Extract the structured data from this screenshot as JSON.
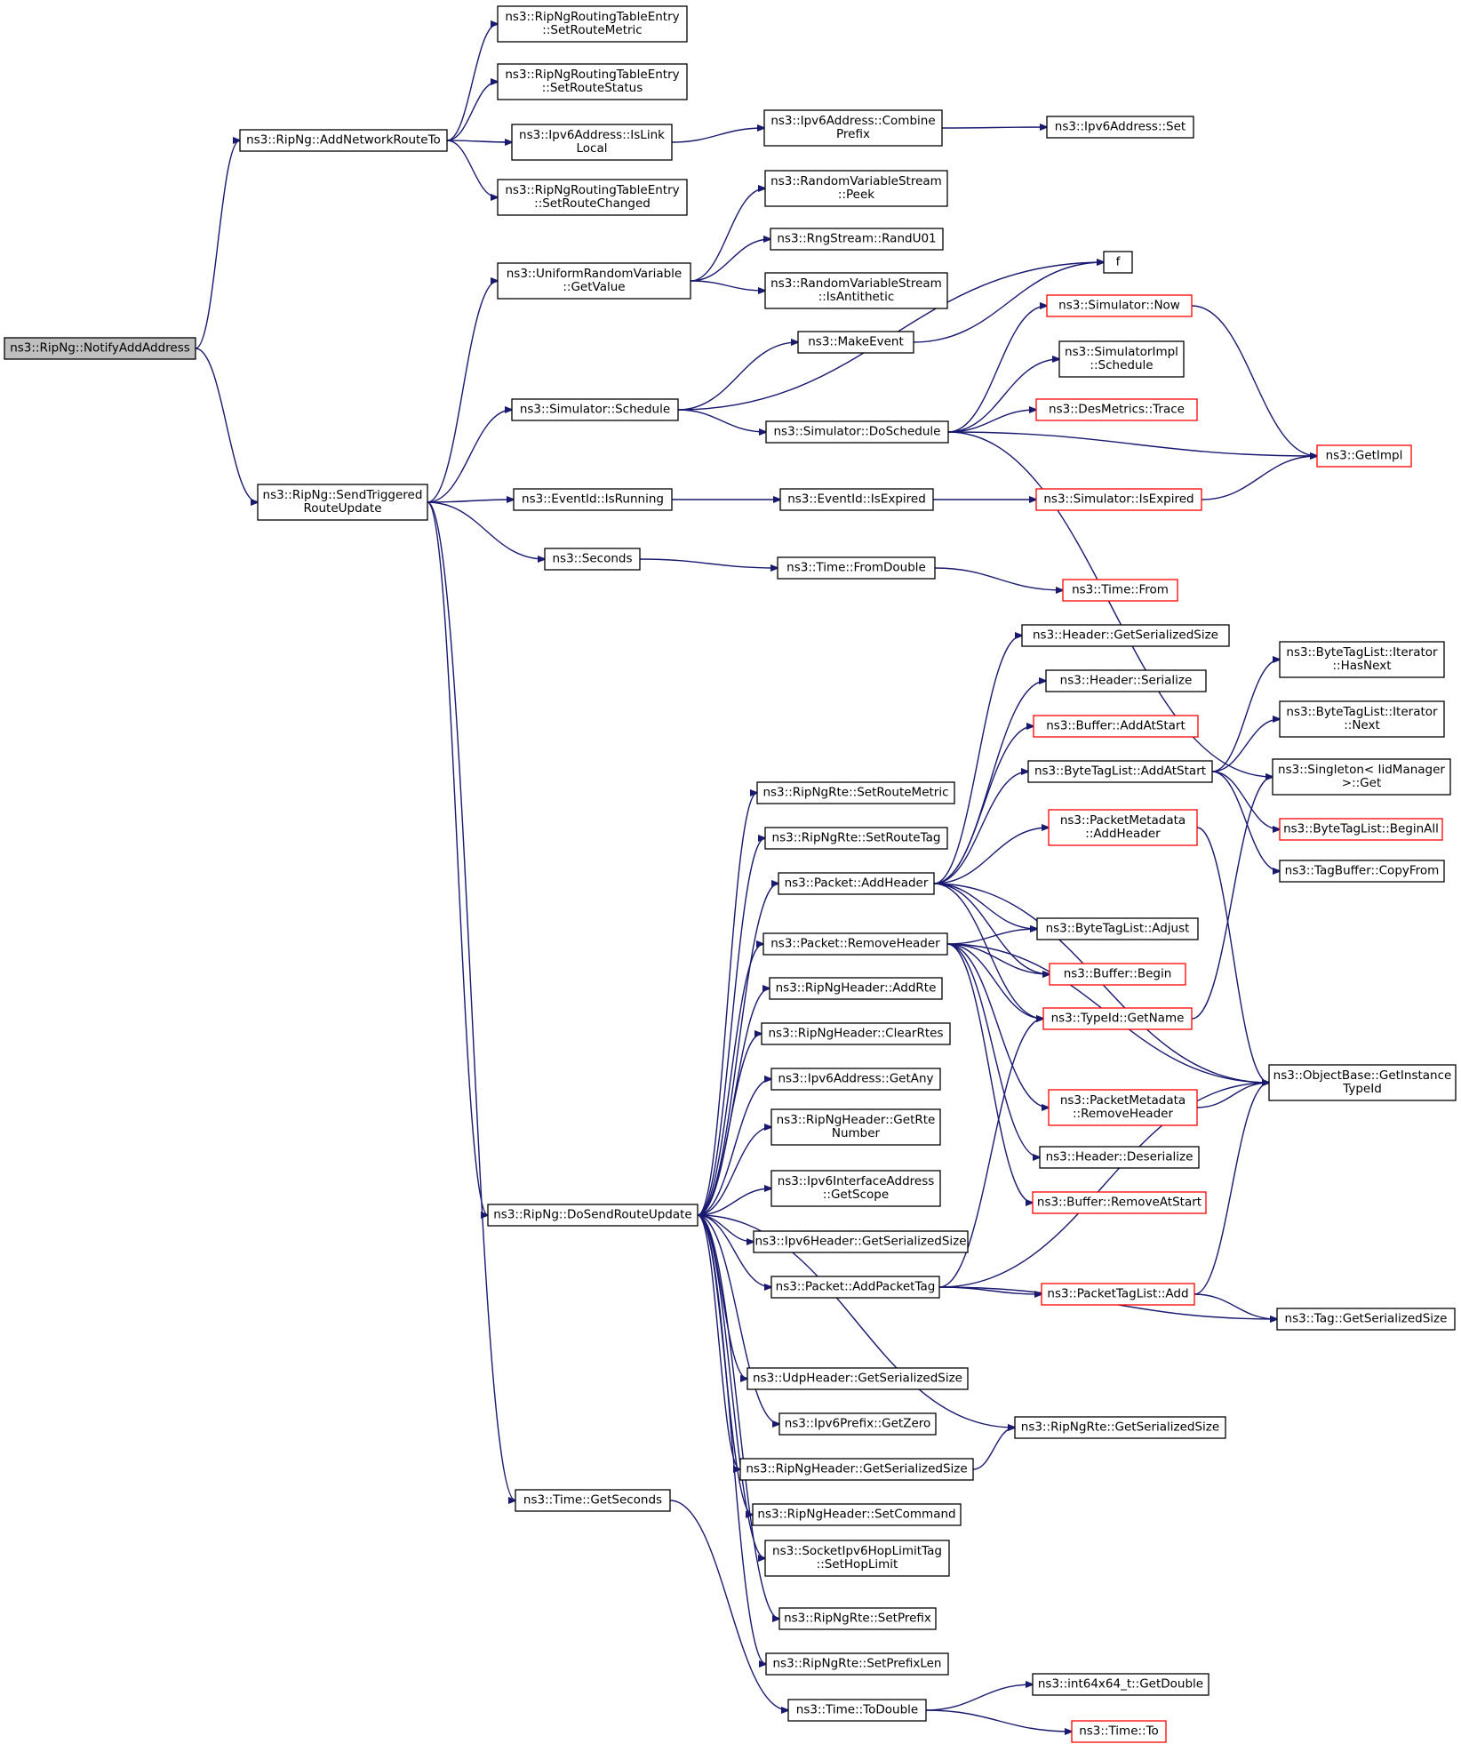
{
  "graph": {
    "nodes": [
      {
        "id": "n_notify",
        "lines": [
          "ns3::RipNg::NotifyAddAddress"
        ],
        "style": "root"
      },
      {
        "id": "n_addnet",
        "lines": [
          "ns3::RipNg::AddNetworkRouteTo"
        ],
        "style": "normal"
      },
      {
        "id": "n_setmetric",
        "lines": [
          "ns3::RipNgRoutingTableEntry",
          "::SetRouteMetric"
        ],
        "style": "normal"
      },
      {
        "id": "n_setstatus",
        "lines": [
          "ns3::RipNgRoutingTableEntry",
          "::SetRouteStatus"
        ],
        "style": "normal"
      },
      {
        "id": "n_islink",
        "lines": [
          "ns3::Ipv6Address::IsLink",
          "Local"
        ],
        "style": "normal"
      },
      {
        "id": "n_setchanged",
        "lines": [
          "ns3::RipNgRoutingTableEntry",
          "::SetRouteChanged"
        ],
        "style": "normal"
      },
      {
        "id": "n_combine",
        "lines": [
          "ns3::Ipv6Address::Combine",
          "Prefix"
        ],
        "style": "normal"
      },
      {
        "id": "n_ipv6set",
        "lines": [
          "ns3::Ipv6Address::Set"
        ],
        "style": "normal"
      },
      {
        "id": "n_sendtrig",
        "lines": [
          "ns3::RipNg::SendTriggered",
          "RouteUpdate"
        ],
        "style": "normal"
      },
      {
        "id": "n_unigetvalue",
        "lines": [
          "ns3::UniformRandomVariable",
          "::GetValue"
        ],
        "style": "normal"
      },
      {
        "id": "n_peek",
        "lines": [
          "ns3::RandomVariableStream",
          "::Peek"
        ],
        "style": "normal"
      },
      {
        "id": "n_randu01",
        "lines": [
          "ns3::RngStream::RandU01"
        ],
        "style": "normal"
      },
      {
        "id": "n_isanti",
        "lines": [
          "ns3::RandomVariableStream",
          "::IsAntithetic"
        ],
        "style": "normal"
      },
      {
        "id": "n_f",
        "lines": [
          "f"
        ],
        "style": "normal"
      },
      {
        "id": "n_makeevent",
        "lines": [
          "ns3::MakeEvent"
        ],
        "style": "normal"
      },
      {
        "id": "n_simnow",
        "lines": [
          "ns3::Simulator::Now"
        ],
        "style": "red"
      },
      {
        "id": "n_simimplsched",
        "lines": [
          "ns3::SimulatorImpl",
          "::Schedule"
        ],
        "style": "normal"
      },
      {
        "id": "n_simsched",
        "lines": [
          "ns3::Simulator::Schedule"
        ],
        "style": "normal"
      },
      {
        "id": "n_dosched",
        "lines": [
          "ns3::Simulator::DoSchedule"
        ],
        "style": "normal"
      },
      {
        "id": "n_desmetrics",
        "lines": [
          "ns3::DesMetrics::Trace"
        ],
        "style": "red"
      },
      {
        "id": "n_getimpl",
        "lines": [
          "ns3::GetImpl"
        ],
        "style": "red"
      },
      {
        "id": "n_isrunning",
        "lines": [
          "ns3::EventId::IsRunning"
        ],
        "style": "normal"
      },
      {
        "id": "n_isexpired",
        "lines": [
          "ns3::EventId::IsExpired"
        ],
        "style": "normal"
      },
      {
        "id": "n_simisexp",
        "lines": [
          "ns3::Simulator::IsExpired"
        ],
        "style": "red"
      },
      {
        "id": "n_seconds",
        "lines": [
          "ns3::Seconds"
        ],
        "style": "normal"
      },
      {
        "id": "n_fromdouble",
        "lines": [
          "ns3::Time::FromDouble"
        ],
        "style": "normal"
      },
      {
        "id": "n_timefrom",
        "lines": [
          "ns3::Time::From"
        ],
        "style": "red"
      },
      {
        "id": "n_hdrgetser",
        "lines": [
          "ns3::Header::GetSerializedSize"
        ],
        "style": "normal"
      },
      {
        "id": "n_hdrser",
        "lines": [
          "ns3::Header::Serialize"
        ],
        "style": "normal"
      },
      {
        "id": "n_bufaddstart",
        "lines": [
          "ns3::Buffer::AddAtStart"
        ],
        "style": "red"
      },
      {
        "id": "n_btlhasnext",
        "lines": [
          "ns3::ByteTagList::Iterator",
          "::HasNext"
        ],
        "style": "normal"
      },
      {
        "id": "n_btlnext",
        "lines": [
          "ns3::ByteTagList::Iterator",
          "::Next"
        ],
        "style": "normal"
      },
      {
        "id": "n_btladdstart",
        "lines": [
          "ns3::ByteTagList::AddAtStart"
        ],
        "style": "normal"
      },
      {
        "id": "n_singleton",
        "lines": [
          "ns3::Singleton< IidManager",
          ">::Get"
        ],
        "style": "normal"
      },
      {
        "id": "n_rtesetmetric",
        "lines": [
          "ns3::RipNgRte::SetRouteMetric"
        ],
        "style": "normal"
      },
      {
        "id": "n_pmaddheader",
        "lines": [
          "ns3::PacketMetadata",
          "::AddHeader"
        ],
        "style": "red"
      },
      {
        "id": "n_btlbeginall",
        "lines": [
          "ns3::ByteTagList::BeginAll"
        ],
        "style": "red"
      },
      {
        "id": "n_rtesettag",
        "lines": [
          "ns3::RipNgRte::SetRouteTag"
        ],
        "style": "normal"
      },
      {
        "id": "n_tbcopyfrom",
        "lines": [
          "ns3::TagBuffer::CopyFrom"
        ],
        "style": "normal"
      },
      {
        "id": "n_pktaddheader",
        "lines": [
          "ns3::Packet::AddHeader"
        ],
        "style": "normal"
      },
      {
        "id": "n_btladjust",
        "lines": [
          "ns3::ByteTagList::Adjust"
        ],
        "style": "normal"
      },
      {
        "id": "n_pktremheader",
        "lines": [
          "ns3::Packet::RemoveHeader"
        ],
        "style": "normal"
      },
      {
        "id": "n_bufbegin",
        "lines": [
          "ns3::Buffer::Begin"
        ],
        "style": "red"
      },
      {
        "id": "n_hdraddrte",
        "lines": [
          "ns3::RipNgHeader::AddRte"
        ],
        "style": "normal"
      },
      {
        "id": "n_typeidname",
        "lines": [
          "ns3::TypeId::GetName"
        ],
        "style": "red"
      },
      {
        "id": "n_hdrclearrtes",
        "lines": [
          "ns3::RipNgHeader::ClearRtes"
        ],
        "style": "normal"
      },
      {
        "id": "n_objgettid",
        "lines": [
          "ns3::ObjectBase::GetInstance",
          "TypeId"
        ],
        "style": "normal"
      },
      {
        "id": "n_ipv6any",
        "lines": [
          "ns3::Ipv6Address::GetAny"
        ],
        "style": "normal"
      },
      {
        "id": "n_pmremheader",
        "lines": [
          "ns3::PacketMetadata",
          "::RemoveHeader"
        ],
        "style": "red"
      },
      {
        "id": "n_hdrgetrtenum",
        "lines": [
          "ns3::RipNgHeader::GetRte",
          "Number"
        ],
        "style": "normal"
      },
      {
        "id": "n_hdrdeser",
        "lines": [
          "ns3::Header::Deserialize"
        ],
        "style": "normal"
      },
      {
        "id": "n_ifaddrscope",
        "lines": [
          "ns3::Ipv6InterfaceAddress",
          "::GetScope"
        ],
        "style": "normal"
      },
      {
        "id": "n_bufremstart",
        "lines": [
          "ns3::Buffer::RemoveAtStart"
        ],
        "style": "red"
      },
      {
        "id": "n_dosendroute",
        "lines": [
          "ns3::RipNg::DoSendRouteUpdate"
        ],
        "style": "normal"
      },
      {
        "id": "n_ipv6hdrser",
        "lines": [
          "ns3::Ipv6Header::GetSerializedSize"
        ],
        "style": "normal"
      },
      {
        "id": "n_addpkttag",
        "lines": [
          "ns3::Packet::AddPacketTag"
        ],
        "style": "normal"
      },
      {
        "id": "n_ptladd",
        "lines": [
          "ns3::PacketTagList::Add"
        ],
        "style": "red"
      },
      {
        "id": "n_taggetser",
        "lines": [
          "ns3::Tag::GetSerializedSize"
        ],
        "style": "normal"
      },
      {
        "id": "n_udphdrser",
        "lines": [
          "ns3::UdpHeader::GetSerializedSize"
        ],
        "style": "normal"
      },
      {
        "id": "n_rtegetser",
        "lines": [
          "ns3::RipNgRte::GetSerializedSize"
        ],
        "style": "normal"
      },
      {
        "id": "n_prefixzero",
        "lines": [
          "ns3::Ipv6Prefix::GetZero"
        ],
        "style": "normal"
      },
      {
        "id": "n_riphdrser",
        "lines": [
          "ns3::RipNgHeader::GetSerializedSize"
        ],
        "style": "normal"
      },
      {
        "id": "n_timegetsec",
        "lines": [
          "ns3::Time::GetSeconds"
        ],
        "style": "normal"
      },
      {
        "id": "n_hdrsetcmd",
        "lines": [
          "ns3::RipNgHeader::SetCommand"
        ],
        "style": "normal"
      },
      {
        "id": "n_hoplimit",
        "lines": [
          "ns3::SocketIpv6HopLimitTag",
          "::SetHopLimit"
        ],
        "style": "normal"
      },
      {
        "id": "n_rtesetprefix",
        "lines": [
          "ns3::RipNgRte::SetPrefix"
        ],
        "style": "normal"
      },
      {
        "id": "n_rtesetprefixlen",
        "lines": [
          "ns3::RipNgRte::SetPrefixLen"
        ],
        "style": "normal"
      },
      {
        "id": "n_int64getdouble",
        "lines": [
          "ns3::int64x64_t::GetDouble"
        ],
        "style": "normal"
      },
      {
        "id": "n_timetodouble",
        "lines": [
          "ns3::Time::ToDouble"
        ],
        "style": "normal"
      },
      {
        "id": "n_timeto",
        "lines": [
          "ns3::Time::To"
        ],
        "style": "red"
      }
    ],
    "edges": [
      [
        "n_notify",
        "n_addnet"
      ],
      [
        "n_notify",
        "n_sendtrig"
      ],
      [
        "n_addnet",
        "n_setmetric"
      ],
      [
        "n_addnet",
        "n_setstatus"
      ],
      [
        "n_addnet",
        "n_islink"
      ],
      [
        "n_addnet",
        "n_setchanged"
      ],
      [
        "n_islink",
        "n_combine"
      ],
      [
        "n_combine",
        "n_ipv6set"
      ],
      [
        "n_sendtrig",
        "n_unigetvalue"
      ],
      [
        "n_sendtrig",
        "n_simsched"
      ],
      [
        "n_sendtrig",
        "n_isrunning"
      ],
      [
        "n_sendtrig",
        "n_seconds"
      ],
      [
        "n_sendtrig",
        "n_dosendroute"
      ],
      [
        "n_sendtrig",
        "n_timegetsec"
      ],
      [
        "n_unigetvalue",
        "n_peek"
      ],
      [
        "n_unigetvalue",
        "n_randu01"
      ],
      [
        "n_unigetvalue",
        "n_isanti"
      ],
      [
        "n_simsched",
        "n_makeevent"
      ],
      [
        "n_simsched",
        "n_f"
      ],
      [
        "n_simsched",
        "n_dosched"
      ],
      [
        "n_makeevent",
        "n_f"
      ],
      [
        "n_dosched",
        "n_simnow"
      ],
      [
        "n_dosched",
        "n_simimplsched"
      ],
      [
        "n_dosched",
        "n_desmetrics"
      ],
      [
        "n_dosched",
        "n_getimpl"
      ],
      [
        "n_dosched",
        "n_singleton"
      ],
      [
        "n_simnow",
        "n_getimpl"
      ],
      [
        "n_isrunning",
        "n_isexpired"
      ],
      [
        "n_isexpired",
        "n_simisexp"
      ],
      [
        "n_simisexp",
        "n_getimpl"
      ],
      [
        "n_seconds",
        "n_fromdouble"
      ],
      [
        "n_fromdouble",
        "n_timefrom"
      ],
      [
        "n_dosendroute",
        "n_rtesetmetric"
      ],
      [
        "n_dosendroute",
        "n_rtesettag"
      ],
      [
        "n_dosendroute",
        "n_pktaddheader"
      ],
      [
        "n_dosendroute",
        "n_pktremheader"
      ],
      [
        "n_dosendroute",
        "n_hdraddrte"
      ],
      [
        "n_dosendroute",
        "n_hdrclearrtes"
      ],
      [
        "n_dosendroute",
        "n_ipv6any"
      ],
      [
        "n_dosendroute",
        "n_hdrgetrtenum"
      ],
      [
        "n_dosendroute",
        "n_ifaddrscope"
      ],
      [
        "n_dosendroute",
        "n_ipv6hdrser"
      ],
      [
        "n_dosendroute",
        "n_addpkttag"
      ],
      [
        "n_dosendroute",
        "n_rtegetser"
      ],
      [
        "n_dosendroute",
        "n_udphdrser"
      ],
      [
        "n_dosendroute",
        "n_prefixzero"
      ],
      [
        "n_dosendroute",
        "n_riphdrser"
      ],
      [
        "n_dosendroute",
        "n_hdrsetcmd"
      ],
      [
        "n_dosendroute",
        "n_hoplimit"
      ],
      [
        "n_dosendroute",
        "n_rtesetprefix"
      ],
      [
        "n_dosendroute",
        "n_rtesetprefixlen"
      ],
      [
        "n_pktaddheader",
        "n_hdrgetser"
      ],
      [
        "n_pktaddheader",
        "n_hdrser"
      ],
      [
        "n_pktaddheader",
        "n_bufaddstart"
      ],
      [
        "n_pktaddheader",
        "n_btladdstart"
      ],
      [
        "n_pktaddheader",
        "n_pmaddheader"
      ],
      [
        "n_pktaddheader",
        "n_objgettid"
      ],
      [
        "n_pktaddheader",
        "n_btladjust"
      ],
      [
        "n_pktaddheader",
        "n_bufbegin"
      ],
      [
        "n_pktaddheader",
        "n_typeidname"
      ],
      [
        "n_btladdstart",
        "n_btlhasnext"
      ],
      [
        "n_btladdstart",
        "n_btlnext"
      ],
      [
        "n_btladdstart",
        "n_btlbeginall"
      ],
      [
        "n_btladdstart",
        "n_tbcopyfrom"
      ],
      [
        "n_pmaddheader",
        "n_objgettid"
      ],
      [
        "n_pktremheader",
        "n_btladjust"
      ],
      [
        "n_pktremheader",
        "n_bufbegin"
      ],
      [
        "n_pktremheader",
        "n_typeidname"
      ],
      [
        "n_pktremheader",
        "n_objgettid"
      ],
      [
        "n_pktremheader",
        "n_pmremheader"
      ],
      [
        "n_pktremheader",
        "n_hdrdeser"
      ],
      [
        "n_pktremheader",
        "n_bufremstart"
      ],
      [
        "n_typeidname",
        "n_singleton"
      ],
      [
        "n_pmremheader",
        "n_objgettid"
      ],
      [
        "n_addpkttag",
        "n_typeidname"
      ],
      [
        "n_addpkttag",
        "n_objgettid"
      ],
      [
        "n_addpkttag",
        "n_ptladd"
      ],
      [
        "n_addpkttag",
        "n_taggetser"
      ],
      [
        "n_ptladd",
        "n_objgettid"
      ],
      [
        "n_ptladd",
        "n_taggetser"
      ],
      [
        "n_riphdrser",
        "n_rtegetser"
      ],
      [
        "n_timegetsec",
        "n_timetodouble"
      ],
      [
        "n_timetodouble",
        "n_int64getdouble"
      ],
      [
        "n_timetodouble",
        "n_timeto"
      ]
    ]
  }
}
